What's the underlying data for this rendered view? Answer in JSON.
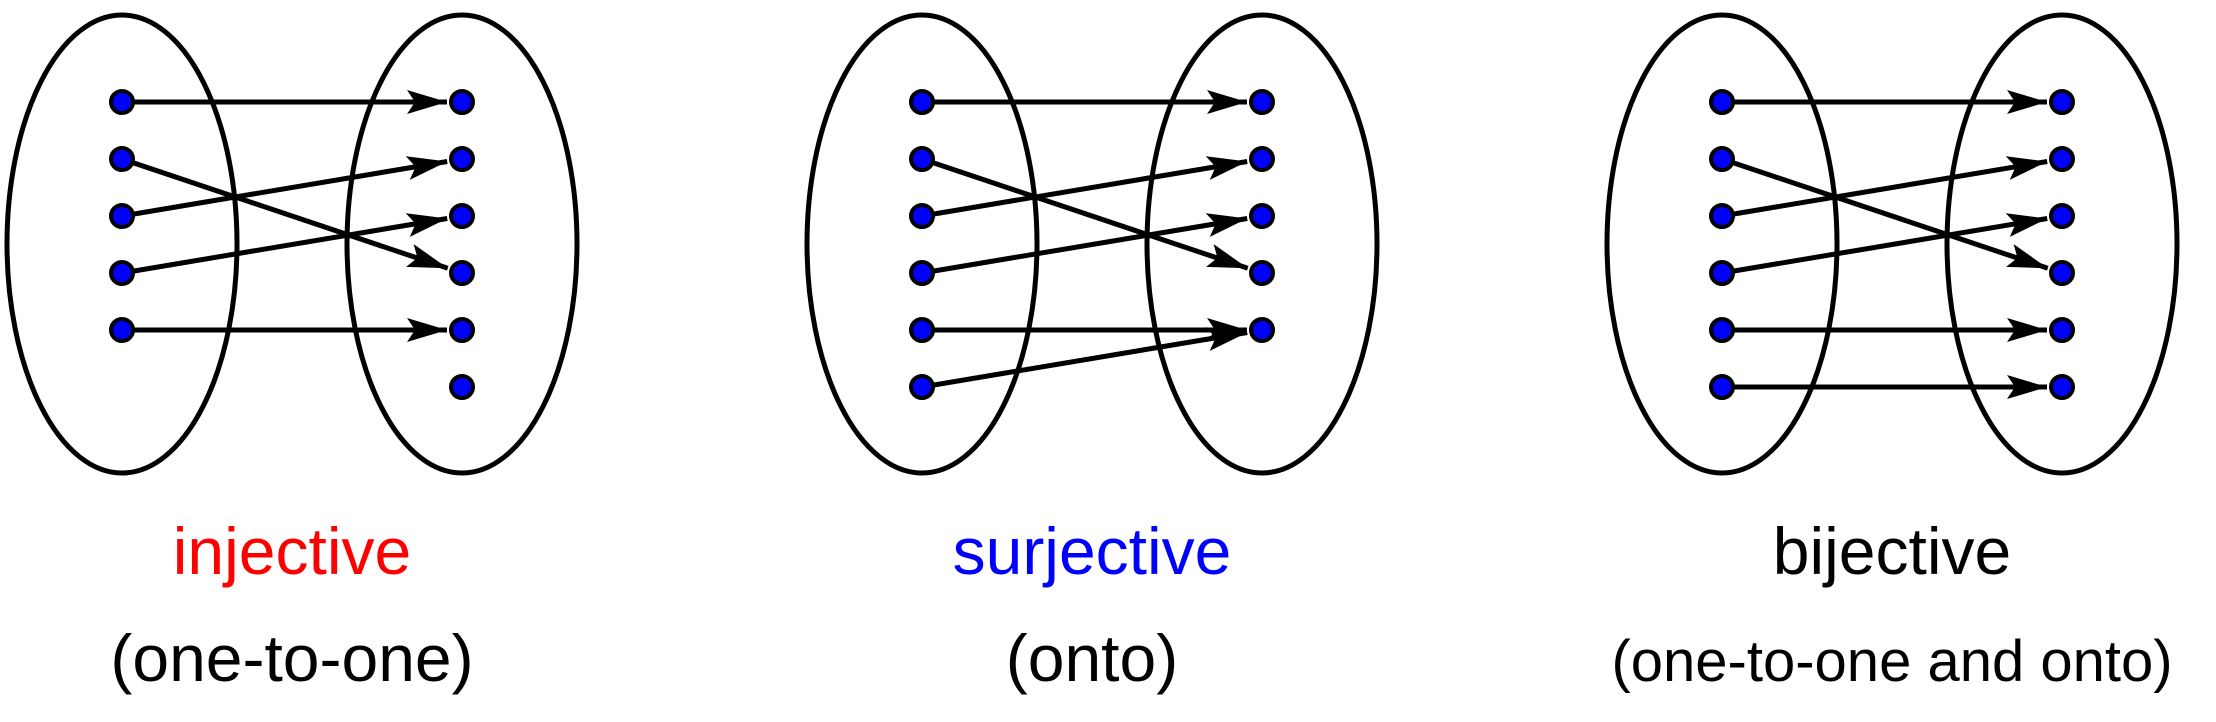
{
  "colors": {
    "background": "#ffffff",
    "stroke": "#000000",
    "point_fill": "#0000ff"
  },
  "panels": [
    {
      "id": "injective",
      "title": "injective",
      "subtitle": "(one-to-one)",
      "title_color": "#ff0000",
      "domain_count": 5,
      "codomain_count": 6,
      "mappings": [
        [
          1,
          1
        ],
        [
          2,
          4
        ],
        [
          3,
          2
        ],
        [
          4,
          3
        ],
        [
          5,
          5
        ]
      ]
    },
    {
      "id": "surjective",
      "title": "surjective",
      "subtitle": "(onto)",
      "title_color": "#0000ff",
      "domain_count": 6,
      "codomain_count": 5,
      "mappings": [
        [
          1,
          1
        ],
        [
          2,
          4
        ],
        [
          3,
          2
        ],
        [
          4,
          3
        ],
        [
          5,
          5
        ],
        [
          6,
          5
        ]
      ]
    },
    {
      "id": "bijective",
      "title": "bijective",
      "subtitle": "(one-to-one and onto)",
      "title_color": "#000000",
      "domain_count": 6,
      "codomain_count": 6,
      "mappings": [
        [
          1,
          1
        ],
        [
          2,
          4
        ],
        [
          3,
          2
        ],
        [
          4,
          3
        ],
        [
          5,
          5
        ],
        [
          6,
          6
        ]
      ]
    }
  ]
}
